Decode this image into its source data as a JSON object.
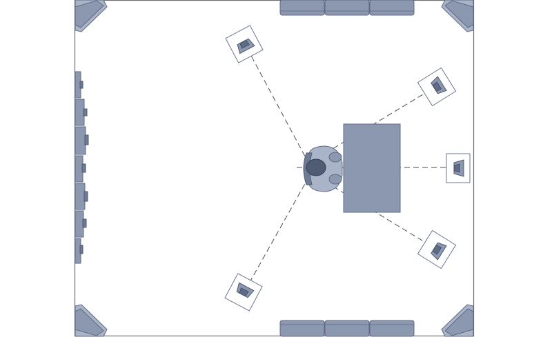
{
  "diagram": {
    "speakers": [
      {
        "id": "front-left",
        "angle": 0
      },
      {
        "id": "front-right",
        "angle": 0
      },
      {
        "id": "center",
        "angle": 0
      },
      {
        "id": "surround-left",
        "angle": 0
      },
      {
        "id": "surround-right",
        "angle": 0
      },
      {
        "id": "rear-surround",
        "angle": 0
      }
    ],
    "colors": {
      "furniture": "#8c98b0",
      "furniture_stroke": "#5e6a82",
      "wall": "#6d6d6d",
      "beam": "#4a4a4a"
    }
  }
}
